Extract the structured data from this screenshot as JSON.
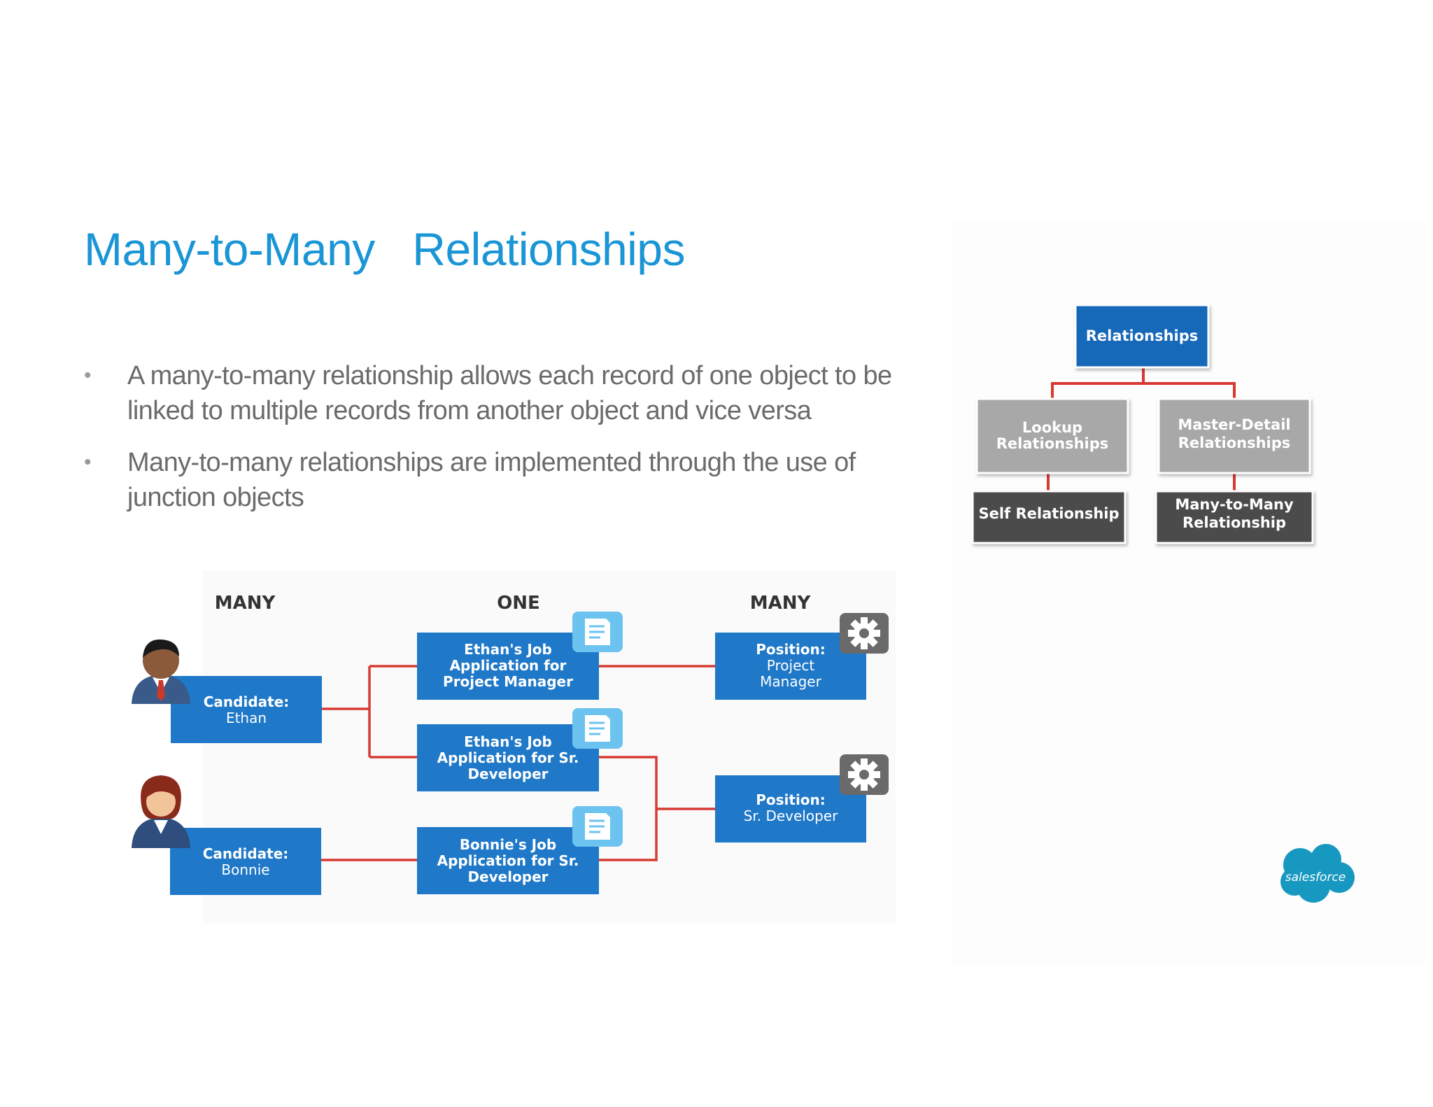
{
  "slide": {
    "title": "Many-to-Many   Relationships",
    "bullets": [
      "A many-to-many relationship allows each record of one  object to be linked to multiple records from another object  and vice versa",
      "Many-to-many relationships are implemented through the  use of junction objects"
    ]
  },
  "hierarchy": {
    "root": "Relationships",
    "lookup": [
      "Lookup",
      "Relationships"
    ],
    "master_detail": [
      "Master-Detail",
      "Relationships"
    ],
    "self": "Self Relationship",
    "many_to_many": [
      "Many-to-Many",
      "Relationship"
    ]
  },
  "junction": {
    "headers": {
      "left": "MANY",
      "middle": "ONE",
      "right": "MANY"
    },
    "candidate_ethan": [
      "Candidate:",
      "Ethan"
    ],
    "candidate_bonnie": [
      "Candidate:",
      "Bonnie"
    ],
    "app_ethan_pm": [
      "Ethan's Job",
      "Application for",
      "Project Manager"
    ],
    "app_ethan_sr": [
      "Ethan's Job",
      "Application for Sr.",
      "Developer"
    ],
    "app_bonnie_sr": [
      "Bonnie's Job",
      "Application for Sr.",
      "Developer"
    ],
    "position_pm": [
      "Position:",
      "Project",
      "Manager"
    ],
    "position_sr": [
      "Position:",
      "Sr. Developer"
    ]
  },
  "logo": {
    "text": "salesforce"
  },
  "colors": {
    "title_blue": "#1a95d6",
    "box_blue": "#1f78c8",
    "connector_red": "#d83a33",
    "gray_box": "#a8a8a8",
    "dark_box": "#4b4b4b"
  }
}
